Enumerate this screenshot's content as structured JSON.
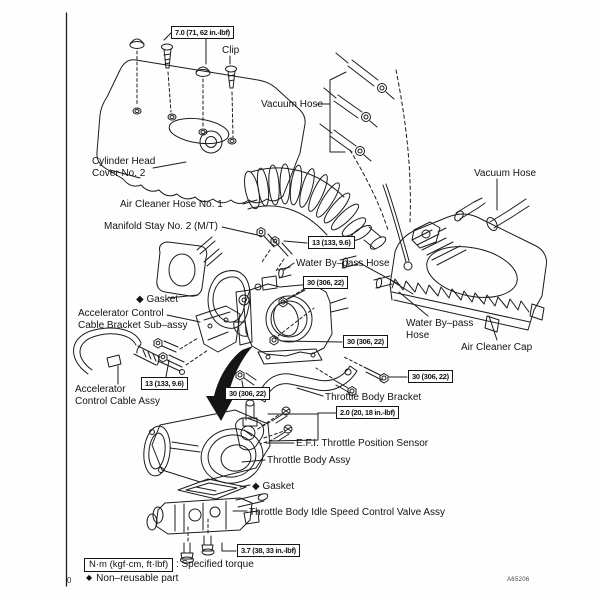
{
  "figure_code": "A65206",
  "page_marker": "0",
  "parts": {
    "cylinder_head_cover": "Cylinder Head\nCover No. 2",
    "clip": "Clip",
    "vacuum_hose_left": "Vacuum Hose",
    "vacuum_hose_right": "Vacuum Hose",
    "air_cleaner_hose": "Air Cleaner Hose No. 1",
    "manifold_stay": "Manifold Stay No. 2 (M/T)",
    "water_bypass_hose_mid": "Water By–pass Hose",
    "water_bypass_hose_right": "Water By–pass\nHose",
    "air_cleaner_cap": "Air Cleaner Cap",
    "gasket_upper": "◆ Gasket",
    "accelerator_bracket": "Accelerator Control\nCable Bracket Sub–assy",
    "accelerator_cable": "Accelerator\nControl Cable Assy",
    "throttle_body_bracket": "Throttle Body Bracket",
    "efi_throttle_position_sensor": "E.F.I. Throttle Position Sensor",
    "throttle_body_assy": "Throttle Body Assy",
    "gasket_lower": "◆ Gasket",
    "idle_speed_control_valve": "Throttle Body Idle Speed Control Valve Assy"
  },
  "torques": {
    "cover_bolts": "7.0 (71, 62 in.-lbf)",
    "stay_upper_bolts": "13 (133, 9.6)",
    "tb_nut_upper": "30 (306, 22)",
    "tb_nut_lower": "30 (306, 22)",
    "bracket_bolts": "13 (133, 9.6)",
    "tb_bolt_left": "30 (306, 22)",
    "tb_bolts_right": "30 (306, 22)",
    "tps_screws": "2.0 (20, 18 in.-lbf)",
    "iscv_bolts": "3.7 (38, 33 in.-lbf)"
  },
  "legend": {
    "torque_unit": "N·m (kgf·cm, ft·lbf)",
    "torque_meaning": ": Specified torque",
    "nonreusable_symbol": "◆",
    "nonreusable_text": "Non–reusable part"
  }
}
